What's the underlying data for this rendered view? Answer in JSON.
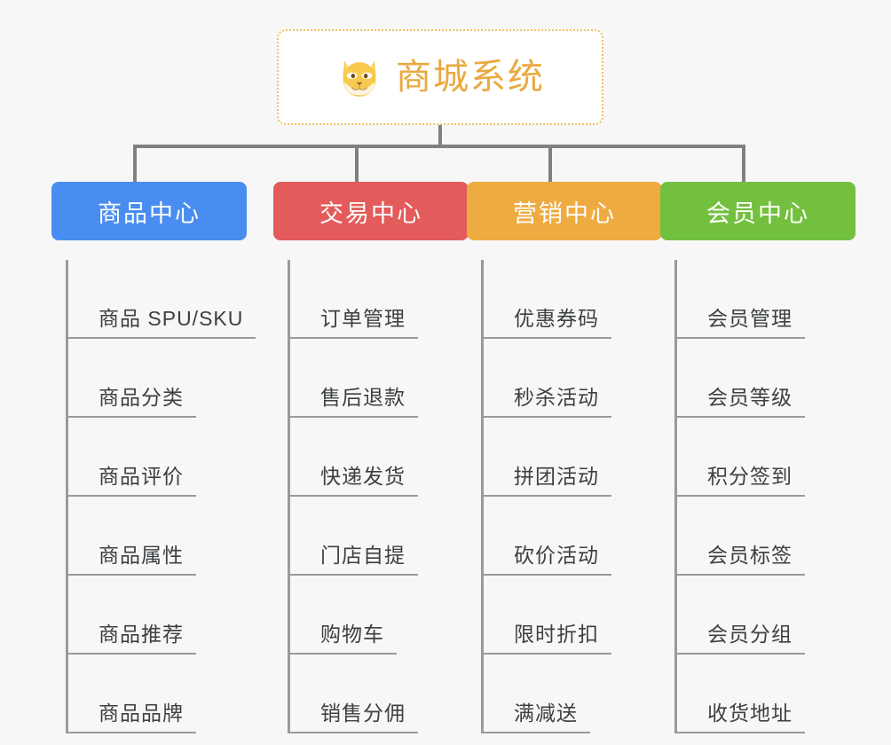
{
  "background_color": "#f7f7f7",
  "root": {
    "title": "商城系统",
    "icon": "shiba-inu-dog-face-icon",
    "title_color": "#e8a93e",
    "border_color": "#f0c060",
    "background_color": "#ffffff"
  },
  "connector_color": "#808080",
  "columns": [
    {
      "header": "商品中心",
      "color": "#4a8df0",
      "items": [
        "商品 SPU/SKU",
        "商品分类",
        "商品评价",
        "商品属性",
        "商品推荐",
        "商品品牌"
      ]
    },
    {
      "header": "交易中心",
      "color": "#e35b5b",
      "items": [
        "订单管理",
        "售后退款",
        "快递发货",
        "门店自提",
        "购物车",
        "销售分佣"
      ]
    },
    {
      "header": "营销中心",
      "color": "#eeab41",
      "items": [
        "优惠券码",
        "秒杀活动",
        "拼团活动",
        "砍价活动",
        "限时折扣",
        "满减送"
      ]
    },
    {
      "header": "会员中心",
      "color": "#73c03f",
      "items": [
        "会员管理",
        "会员等级",
        "积分签到",
        "会员标签",
        "会员分组",
        "收货地址"
      ]
    }
  ]
}
